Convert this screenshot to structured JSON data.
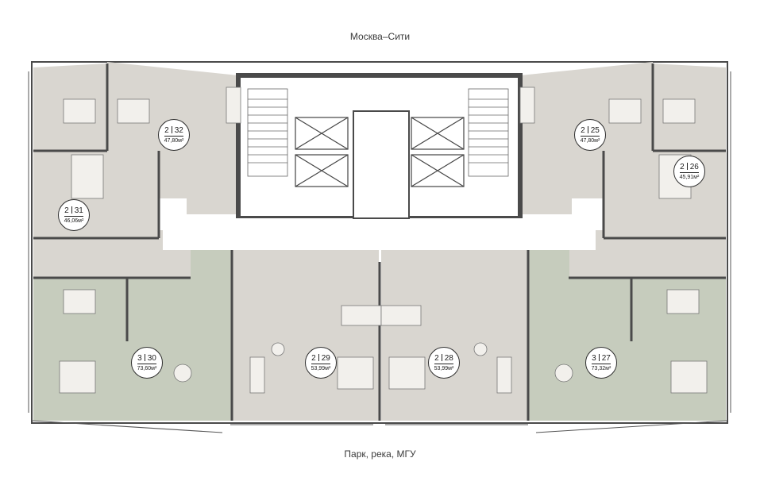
{
  "labels": {
    "top": "Москва–Сити",
    "bottom": "Парк, река, МГУ"
  },
  "colors": {
    "wall": "#4a4a4a",
    "apt_grey": "#d9d6d0",
    "apt_green": "#c6ccbd",
    "core": "#ffffff",
    "line": "#555555"
  },
  "apartments": [
    {
      "id": "a32",
      "rooms": "2",
      "number": "32",
      "area": "47,80м²"
    },
    {
      "id": "a25",
      "rooms": "2",
      "number": "25",
      "area": "47,80м²"
    },
    {
      "id": "a31",
      "rooms": "2",
      "number": "31",
      "area": "46,06м²"
    },
    {
      "id": "a26",
      "rooms": "2",
      "number": "26",
      "area": "45,91м²"
    },
    {
      "id": "a30",
      "rooms": "3",
      "number": "30",
      "area": "73,60м²"
    },
    {
      "id": "a29",
      "rooms": "2",
      "number": "29",
      "area": "53,99м²"
    },
    {
      "id": "a28",
      "rooms": "2",
      "number": "28",
      "area": "53,99м²"
    },
    {
      "id": "a27",
      "rooms": "3",
      "number": "27",
      "area": "73,32м²"
    }
  ]
}
